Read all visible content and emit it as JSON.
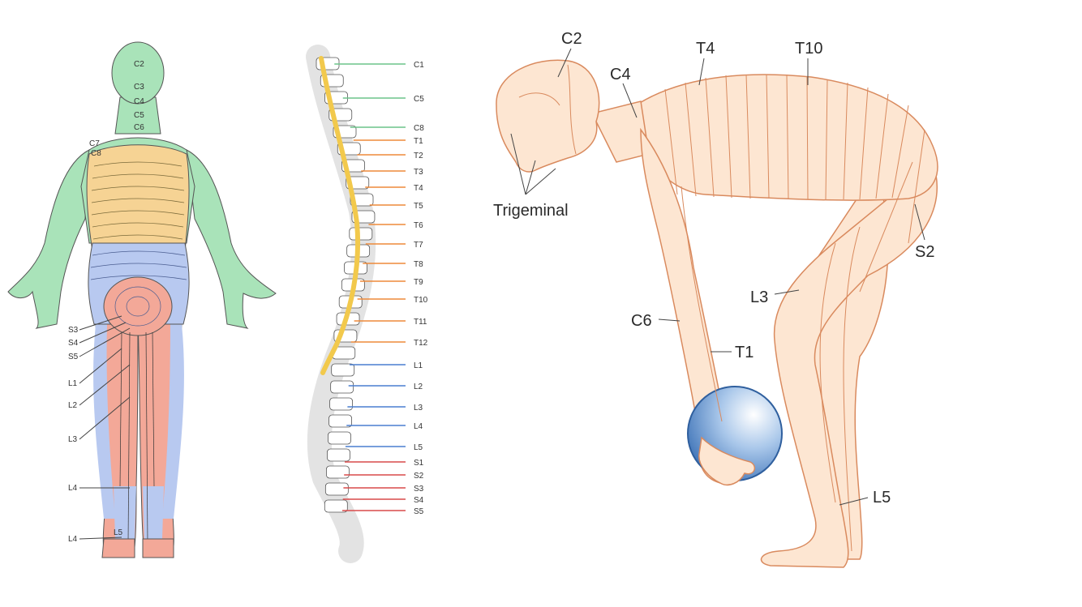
{
  "back_view": {
    "labels": {
      "c2": "C2",
      "c3": "C3",
      "c4": "C4",
      "c5": "C5",
      "c6": "C6",
      "c7": "C7",
      "c8": "C8",
      "s3": "S3",
      "s4": "S4",
      "s5": "S5",
      "l1": "L1",
      "l2": "L2",
      "l3": "L3",
      "l4a": "L4",
      "l4b": "L4",
      "l5": "L5"
    },
    "colors": {
      "cervical": "#a9e3b9",
      "thoracic": "#f6d394",
      "lumbar": "#b8c9f0",
      "sacral": "#f3a898"
    }
  },
  "spine": {
    "levels": [
      "C1",
      "C5",
      "C8",
      "T1",
      "T2",
      "T3",
      "T4",
      "T5",
      "T6",
      "T7",
      "T8",
      "T9",
      "T10",
      "T11",
      "T12",
      "L1",
      "L2",
      "L3",
      "L4",
      "L5",
      "S1",
      "S2",
      "S3",
      "S4",
      "S5"
    ],
    "colors": {
      "cervical": "#6cc48a",
      "thoracic": "#ee8a3a",
      "lumbar": "#4a7fd0",
      "sacral": "#d94a4a",
      "cord": "#f2c94c"
    }
  },
  "side_view": {
    "labels": {
      "c2": "C2",
      "c4": "C4",
      "t4": "T4",
      "t10": "T10",
      "trigeminal": "Trigeminal",
      "s2": "S2",
      "l3": "L3",
      "c6": "C6",
      "t1": "T1",
      "l5": "L5"
    },
    "colors": {
      "skin": "#fde6d2",
      "outline": "#d98a5e",
      "ball": "#4f86c6"
    }
  }
}
